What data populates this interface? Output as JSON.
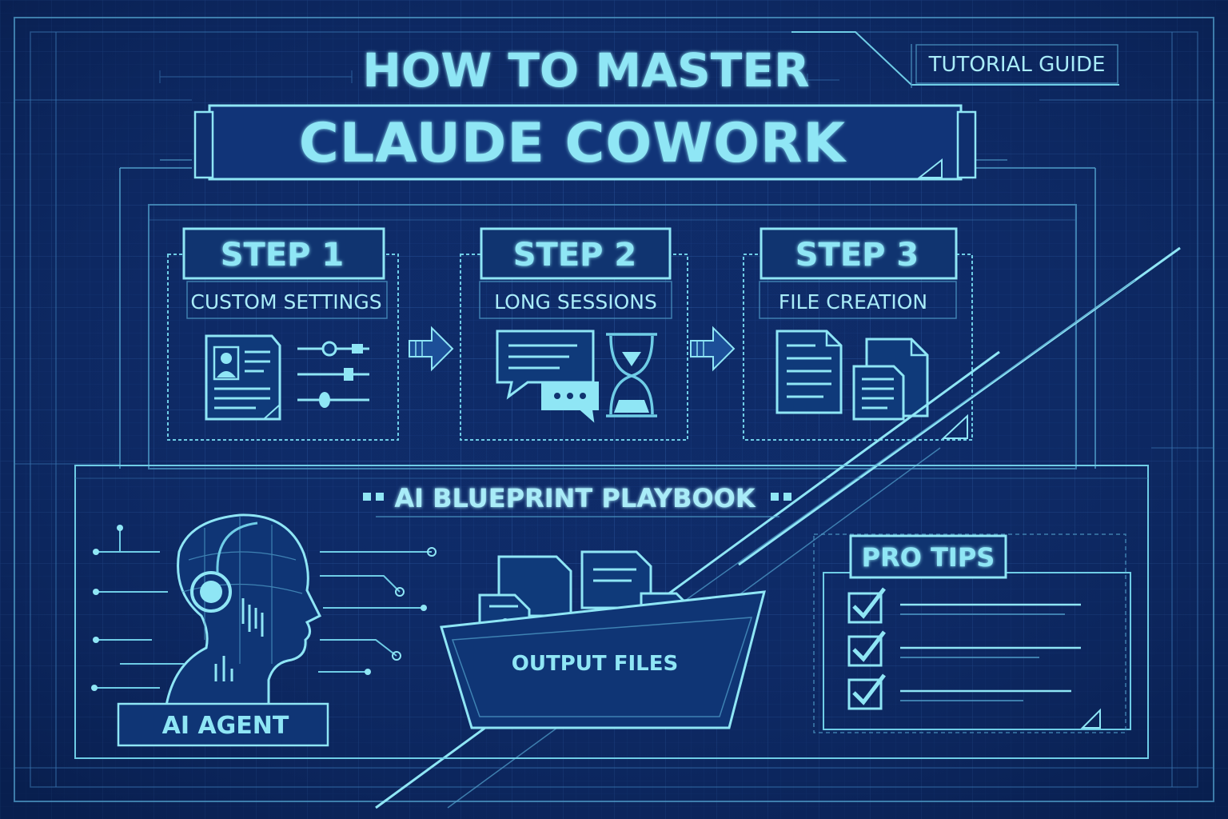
{
  "header": {
    "title_line1": "HOW TO MASTER",
    "title_line2": "CLAUDE COWORK",
    "tag": "TUTORIAL GUIDE"
  },
  "steps": [
    {
      "number": "STEP 1",
      "subtitle": "CUSTOM SETTINGS",
      "icon": "settings-sliders-icon"
    },
    {
      "number": "STEP 2",
      "subtitle": "LONG SESSIONS",
      "icon": "chat-hourglass-icon"
    },
    {
      "number": "STEP 3",
      "subtitle": "FILE CREATION",
      "icon": "documents-icon"
    }
  ],
  "playbook": {
    "title": "AI BLUEPRINT PLAYBOOK",
    "agent_label": "AI AGENT",
    "output_label": "OUTPUT FILES",
    "tips_title": "PRO TIPS",
    "tips_count": 3
  },
  "colors": {
    "background": "#0e2a66",
    "line": "#6fcde6",
    "text": "#8fe6f5"
  }
}
